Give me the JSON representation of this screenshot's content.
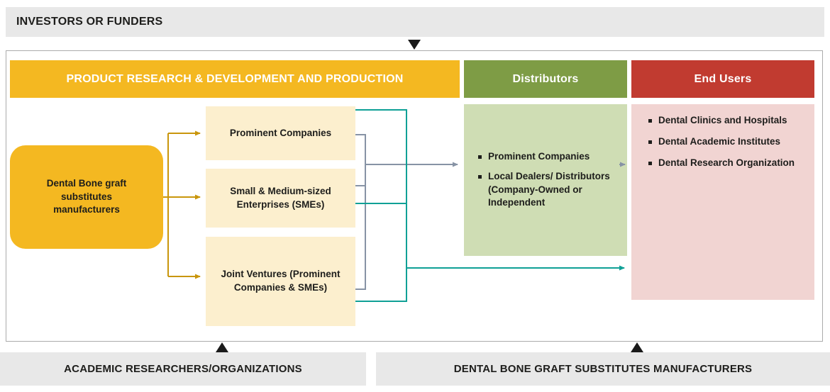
{
  "top_bar": {
    "label": "INVESTORS OR FUNDERS"
  },
  "sections": {
    "rd": {
      "header": "PRODUCT RESEARCH & DEVELOPMENT AND PRODUCTION"
    },
    "distributors": {
      "header": "Distributors",
      "items": [
        "Prominent Companies",
        "Local Dealers/ Distributors (Company-Owned or Independent"
      ]
    },
    "end_users": {
      "header": "End Users",
      "items": [
        "Dental Clinics and Hospitals",
        "Dental Academic Institutes",
        "Dental Research Organization"
      ]
    }
  },
  "manufacturer_box": {
    "label": "Dental Bone graft substitutes manufacturers"
  },
  "rd_boxes": [
    {
      "label": "Prominent Companies"
    },
    {
      "label": "Small & Medium-sized Enterprises (SMEs)"
    },
    {
      "label": "Joint Ventures (Prominent Companies & SMEs)"
    }
  ],
  "bottom_bars": {
    "left": {
      "label": "ACADEMIC RESEARCHERS/ORGANIZATIONS"
    },
    "right": {
      "label": "DENTAL BONE GRAFT SUBSTITUTES MANUFACTURERS"
    }
  },
  "colors": {
    "gold": "#F4B821",
    "cream": "#FCEFCE",
    "green_header": "#7E9C45",
    "green_light": "#CFDDB4",
    "red_header": "#C13B30",
    "pink_light": "#F1D4D2",
    "gray_bar": "#E8E8E8",
    "arrow_gold": "#C9960C",
    "arrow_gray": "#8793A5",
    "arrow_teal": "#0FA096"
  }
}
